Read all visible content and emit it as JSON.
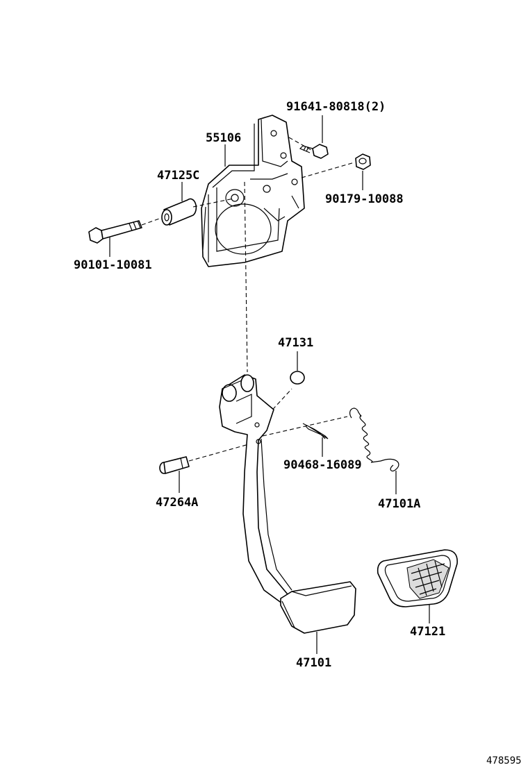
{
  "diagram_id": "478595",
  "labels": {
    "bolt_bracket": "91641-80818(2)",
    "bracket": "55106",
    "collar": "47125C",
    "nut": "90179-10088",
    "bolt": "90101-10081",
    "cushion": "47131",
    "clip": "90468-16089",
    "spring": "47101A",
    "pin": "47264A",
    "pad": "47121",
    "pedal": "47101"
  }
}
